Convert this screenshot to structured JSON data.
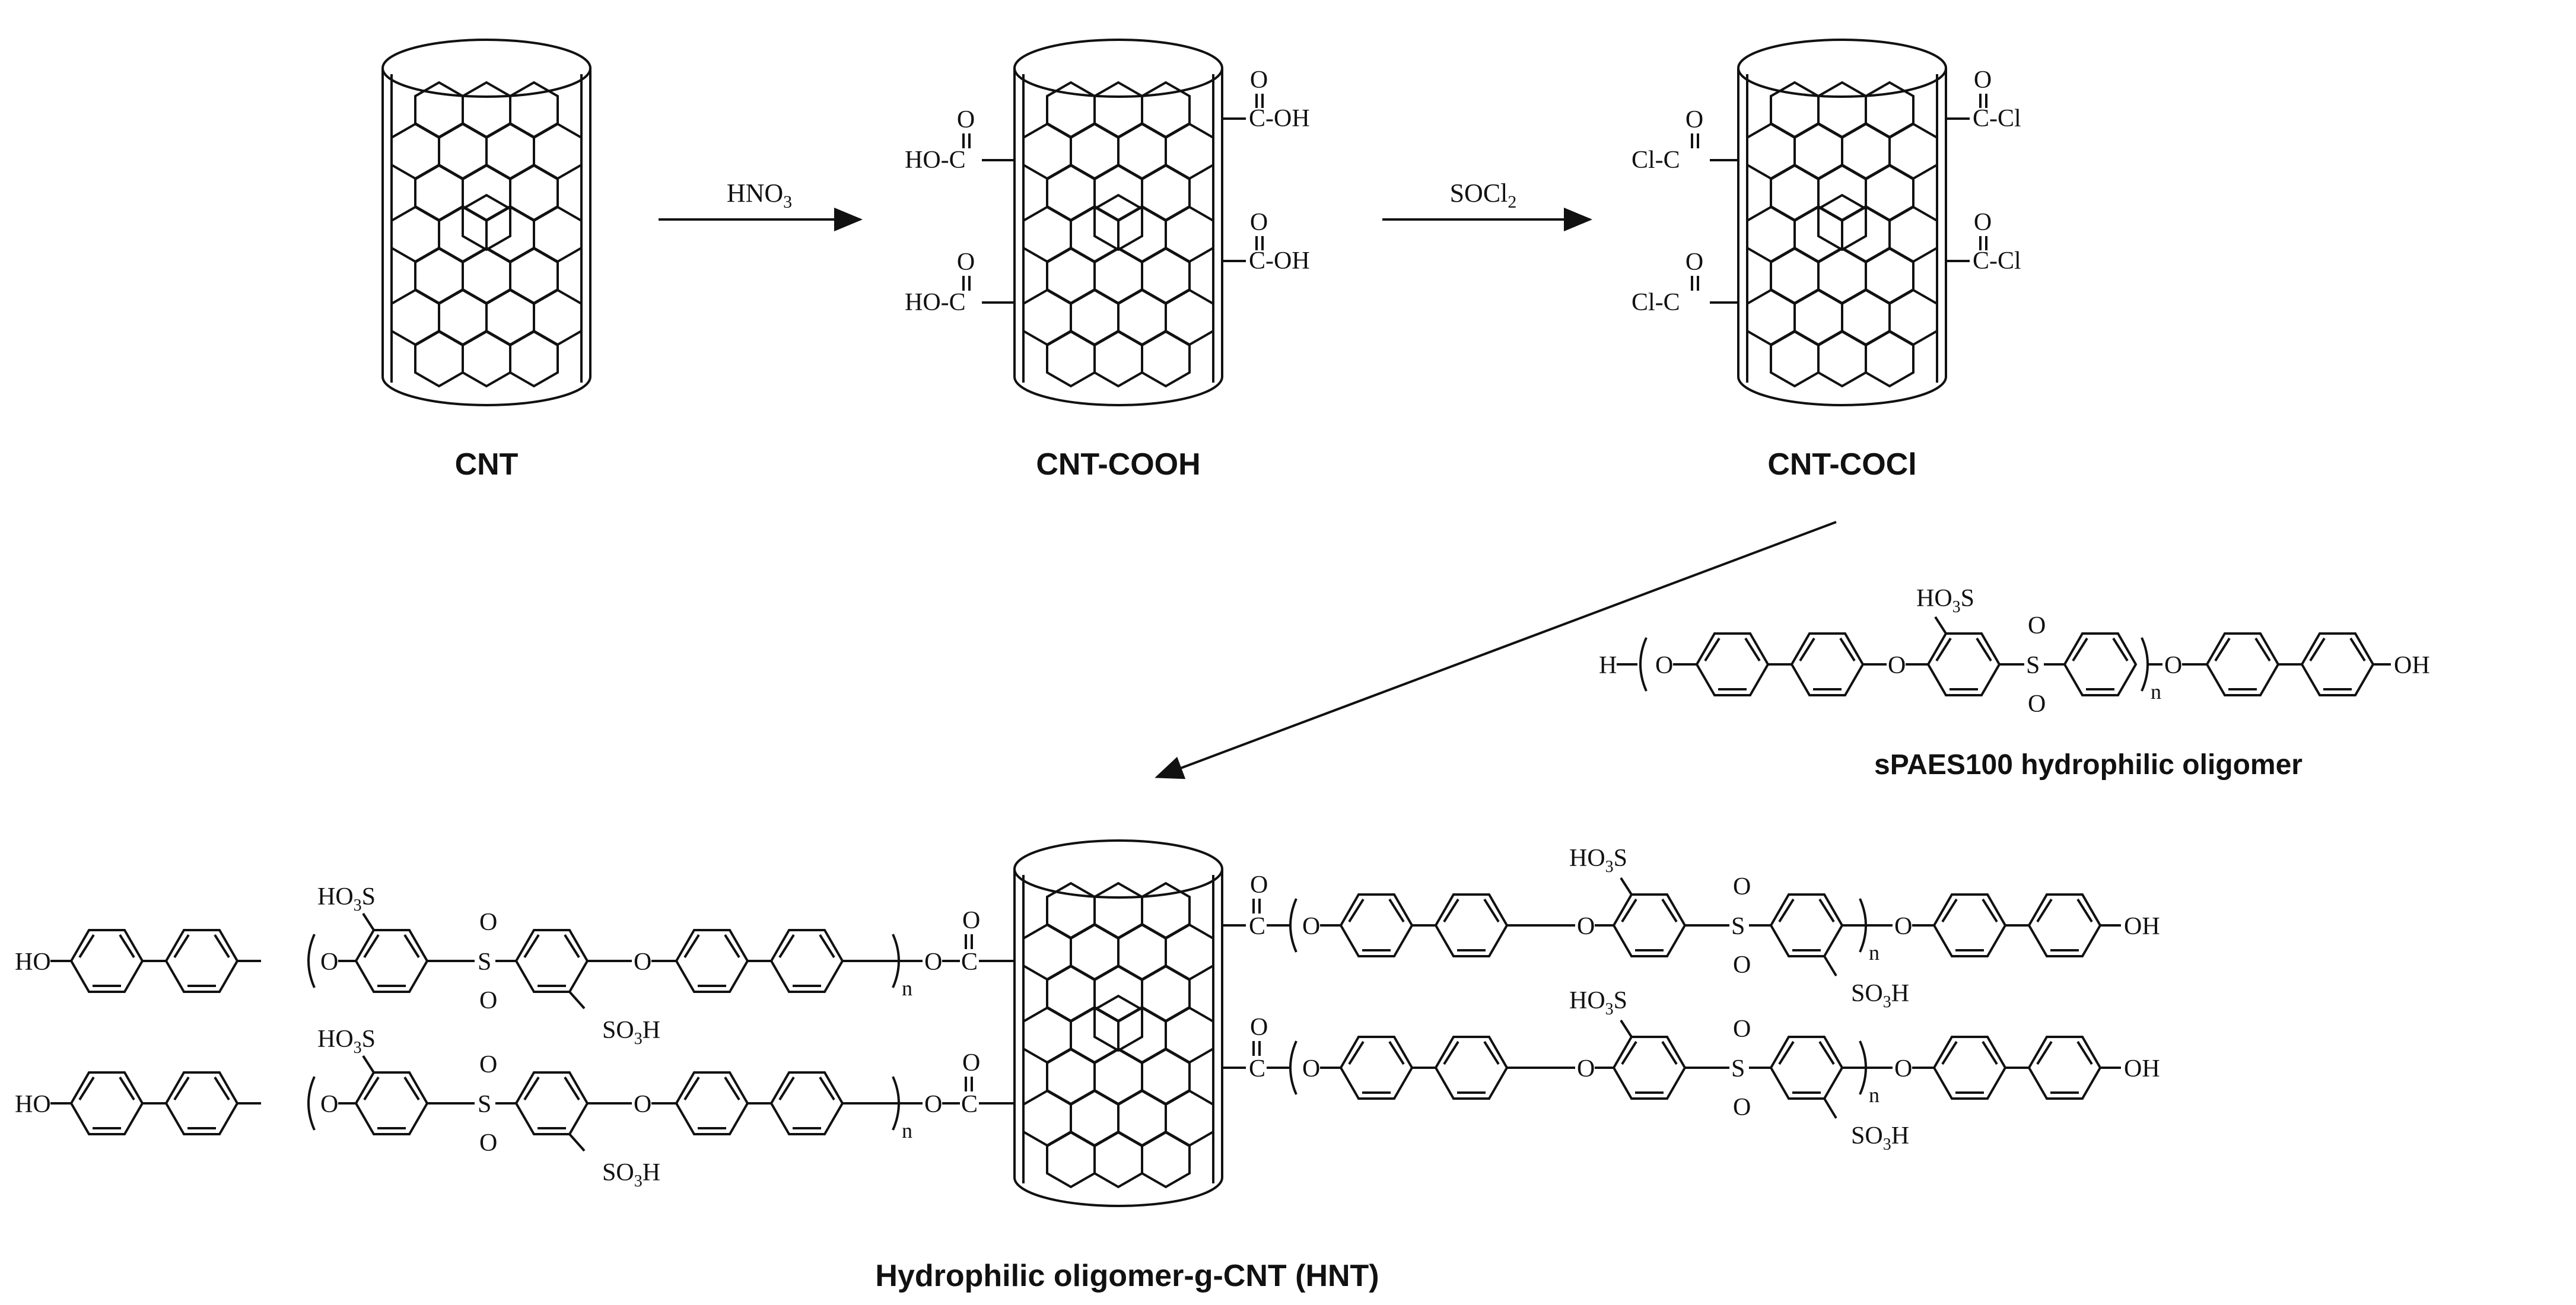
{
  "colors": {
    "ink": "#111111",
    "background": "#ffffff"
  },
  "labels": {
    "cnt": "CNT",
    "cnt_cooh": "CNT-COOH",
    "cnt_cocl": "CNT-COCl",
    "oligomer": "sPAES100 hydrophilic oligomer",
    "hnt": "Hydrophilic oligomer-g-CNT (HNT)"
  },
  "reagents": {
    "nitric_acid": {
      "base": "HNO",
      "sub": "3"
    },
    "thionyl_chloride": {
      "base": "SOCl",
      "sub": "2"
    }
  },
  "groups": {
    "ho_c": "HO-C",
    "c_oh": "C-OH",
    "cl_c": "Cl-C",
    "c_cl": "C-Cl",
    "carbonyl_o": "O",
    "h": "H",
    "o": "O",
    "oh": "OH",
    "ho": "HO",
    "s": "S",
    "n": "n",
    "c": "C",
    "ho3s": {
      "base": "HO",
      "sub": "3",
      "tail": "S"
    },
    "so3h": {
      "base": "SO",
      "sub": "3",
      "tail": "H"
    }
  }
}
